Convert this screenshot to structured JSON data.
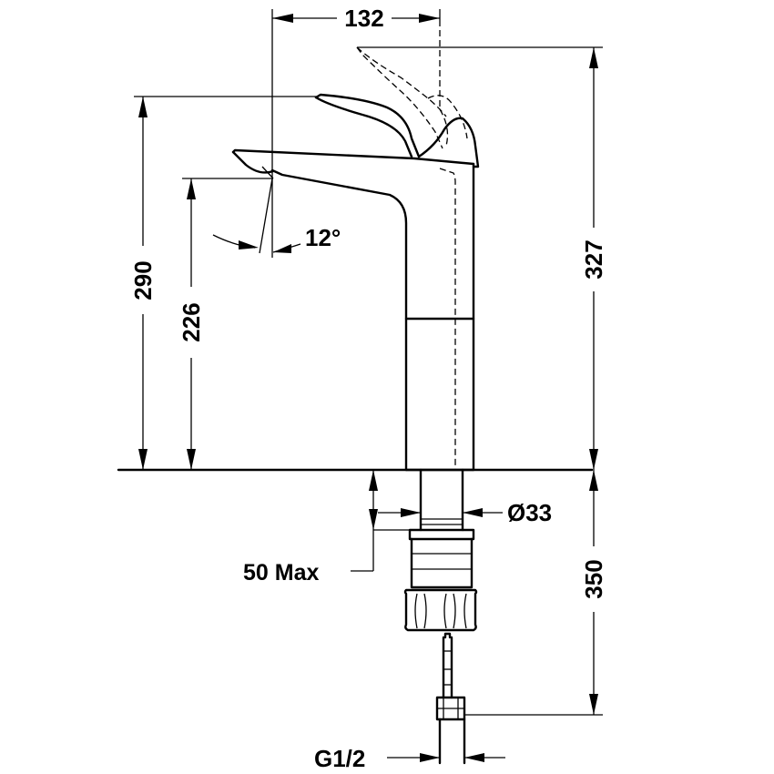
{
  "dimensions": {
    "spout_reach": "132",
    "total_height_open": "327",
    "total_height": "290",
    "spout_height": "226",
    "angle": "12°",
    "shank_diameter": "Ø33",
    "max_deck_thickness": "50 Max",
    "hose_length": "350",
    "connection_thread": "G1/2"
  }
}
